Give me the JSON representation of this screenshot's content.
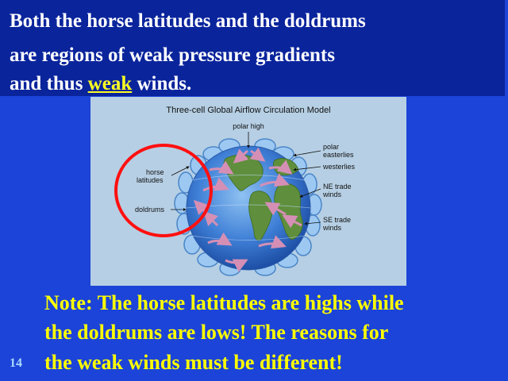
{
  "header": {
    "line1": "Both the horse latitudes and the doldrums",
    "line2": "are regions of weak pressure gradients",
    "line3_pre": "and thus ",
    "line3_highlight": "weak",
    "line3_post": " winds."
  },
  "figure": {
    "title": "Three-cell Global Airflow Circulation Model",
    "labels": {
      "polar_high": "polar high",
      "polar_easterlies_1": "polar",
      "polar_easterlies_2": "easterlies",
      "westerlies": "westerlies",
      "ne_trade_1": "NE trade",
      "ne_trade_2": "winds",
      "se_trade_1": "SE trade",
      "se_trade_2": "winds",
      "horse_1": "horse",
      "horse_2": "latitudes",
      "doldrums": "doldrums"
    },
    "colors": {
      "ocean": "#3f7fd6",
      "land": "#5a8a3a",
      "arrows": "#d58fb5",
      "cells": "#8fc0ef",
      "circle": "#ff0000"
    }
  },
  "note": {
    "line1": "Note: The horse latitudes are highs while",
    "line2": "the doldrums are lows! The reasons for",
    "line3": "the weak winds must be different!"
  },
  "slide_number": "14"
}
